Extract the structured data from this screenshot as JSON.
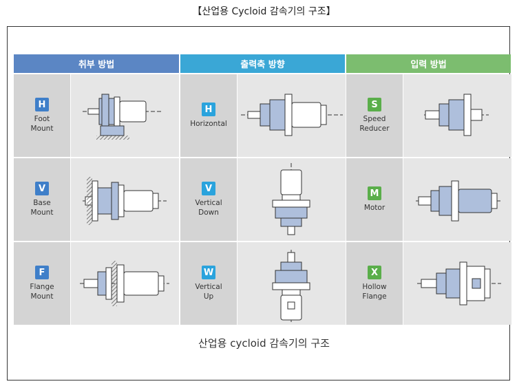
{
  "page_title": "【산업용 Cycloid 감속기의 구조】",
  "caption": "산업용 cycloid 감속기의 구조",
  "headers": [
    "취부 방법",
    "출력축 방향",
    "입력 방법"
  ],
  "colors": {
    "header_1": "#5b86c4",
    "header_2": "#3aa7d6",
    "header_3": "#7cbd6f",
    "badge_1": "#3f7fc9",
    "badge_2": "#2aa3dd",
    "badge_3": "#5aae4a"
  },
  "rows": [
    [
      {
        "code": "H",
        "label": "Foot\nMount"
      },
      {
        "code": "H",
        "label": "Horizontal"
      },
      {
        "code": "S",
        "label": "Speed\nReducer"
      }
    ],
    [
      {
        "code": "V",
        "label": "Base\nMount"
      },
      {
        "code": "V",
        "label": "Vertical\nDown"
      },
      {
        "code": "M",
        "label": "Motor"
      }
    ],
    [
      {
        "code": "F",
        "label": "Flange\nMount"
      },
      {
        "code": "W",
        "label": "Vertical\nUp"
      },
      {
        "code": "X",
        "label": "Hollow\nFlange"
      }
    ]
  ]
}
